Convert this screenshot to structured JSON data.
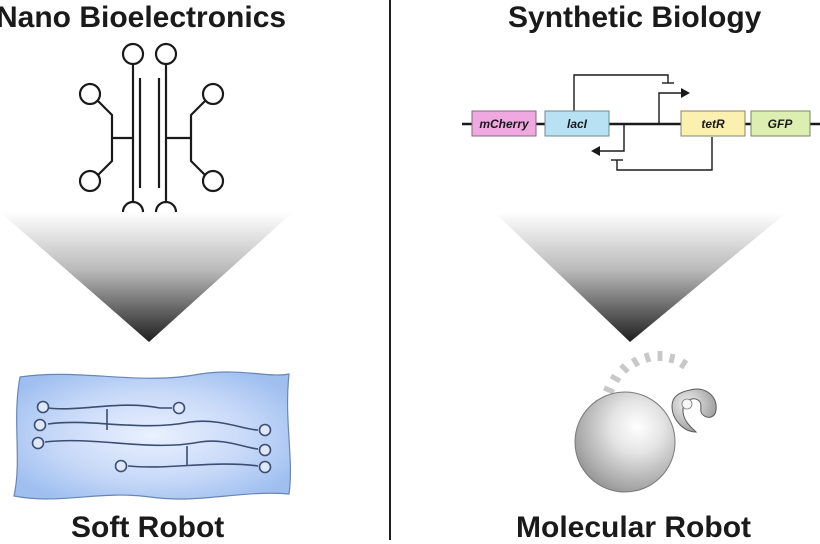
{
  "left": {
    "title": "Nano Bioelectronics",
    "result": "Soft Robot"
  },
  "right": {
    "title": "Synthetic Biology",
    "result": "Molecular Robot",
    "genes": [
      {
        "label": "mCherry",
        "color": "#f0a8e0"
      },
      {
        "label": "lacI",
        "color": "#b8e2f4"
      },
      {
        "label": "tetR",
        "color": "#fbf0b0"
      },
      {
        "label": "GFP",
        "color": "#dcefb0"
      }
    ]
  },
  "colors": {
    "divider": "#1f1f1f",
    "funnel_light": "#ffffff",
    "funnel_dark": "#1e1e1e",
    "soft_sheet": "#9fbff0",
    "sphere": "#9a9a9a"
  },
  "icons": [
    "nanowire-circuit-icon",
    "funnel-arrow-icon",
    "soft-robot-sheet-icon",
    "gene-circuit-icon",
    "molecular-robot-icon"
  ]
}
